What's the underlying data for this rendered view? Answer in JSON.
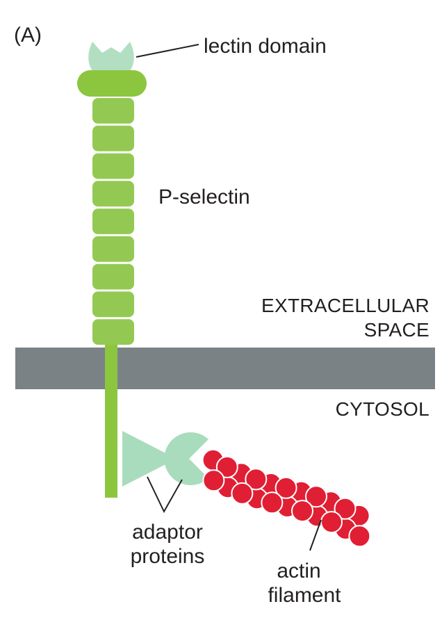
{
  "panel_label": "(A)",
  "labels": {
    "lectin_domain": "lectin domain",
    "p_selectin": "P-selectin",
    "extracellular_line1": "EXTRACELLULAR",
    "extracellular_line2": "SPACE",
    "cytosol": "CYTOSOL",
    "adaptor_line1": "adaptor",
    "adaptor_line2": "proteins",
    "actin_line1": "actin",
    "actin_line2": "filament"
  },
  "colors": {
    "selectin_green": "#8cc63f",
    "selectin_segment": "#93c952",
    "lectin_mint": "#b2dfc2",
    "adaptor_mint": "#a9dcbc",
    "membrane_gray": "#7b8285",
    "actin_red": "#e01f34",
    "leader_line": "#231f20",
    "text": "#231f20"
  },
  "selectin": {
    "repeat_segments": 9
  },
  "actin": {
    "subunit_rows": 2,
    "subunits_per_row": 11
  }
}
